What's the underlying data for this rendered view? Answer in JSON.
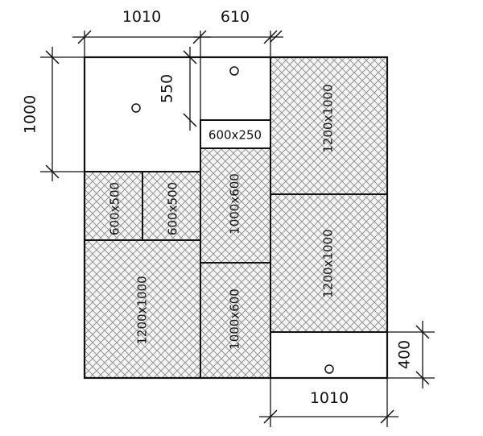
{
  "dimensions": {
    "top_left": "1010",
    "top_right": "610",
    "left_height": "1000",
    "inner_height": "550",
    "right_height": "400",
    "bottom_width": "1010"
  },
  "panels": [
    {
      "id": "p1",
      "label": "1200x1000",
      "hatched": true
    },
    {
      "id": "p2",
      "label": "1200x1000",
      "hatched": true
    },
    {
      "id": "p3",
      "label": "600x250",
      "hatched": false
    },
    {
      "id": "p4",
      "label": "1000x600",
      "hatched": true
    },
    {
      "id": "p5",
      "label": "1000x600",
      "hatched": true
    },
    {
      "id": "p6",
      "label": "600x500",
      "hatched": true
    },
    {
      "id": "p7",
      "label": "600x500",
      "hatched": true
    },
    {
      "id": "p8",
      "label": "1200x1000",
      "hatched": true
    }
  ],
  "colors": {
    "line": "#111111",
    "hatch": "#8a8a8a",
    "background": "#ffffff"
  }
}
